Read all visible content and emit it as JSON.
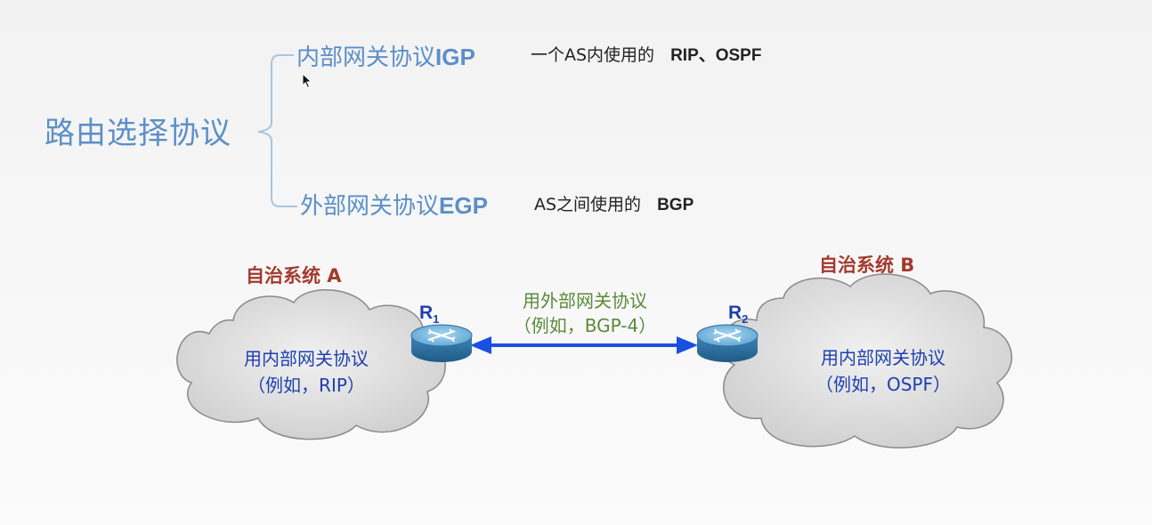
{
  "hierarchy": {
    "root": "路由选择协议",
    "igp": {
      "label": "内部网关协议",
      "abbr": "IGP",
      "desc": "一个AS内使用的",
      "protocols": "RIP、OSPF"
    },
    "egp": {
      "label": "外部网关协议",
      "abbr": "EGP",
      "desc": "AS之间使用的",
      "protocols": "BGP"
    }
  },
  "diagram": {
    "as_a": {
      "title": "自治系统 A",
      "line1": "用内部网关协议",
      "line2": "（例如，RIP）"
    },
    "as_b": {
      "title": "自治系统 B",
      "line1": "用内部网关协议",
      "line2": "（例如，OSPF）"
    },
    "link": {
      "line1": "用外部网关协议",
      "line2": "（例如，BGP-4）"
    },
    "r1": {
      "name": "R",
      "sub": "1"
    },
    "r2": {
      "name": "R",
      "sub": "2"
    }
  },
  "colors": {
    "heading_blue": "#5b8fc7",
    "as_title_red": "#a33a2e",
    "cloud_text_blue": "#1f3fb0",
    "link_text_green": "#5a8a3a",
    "arrow_blue": "#1a4fe0"
  }
}
